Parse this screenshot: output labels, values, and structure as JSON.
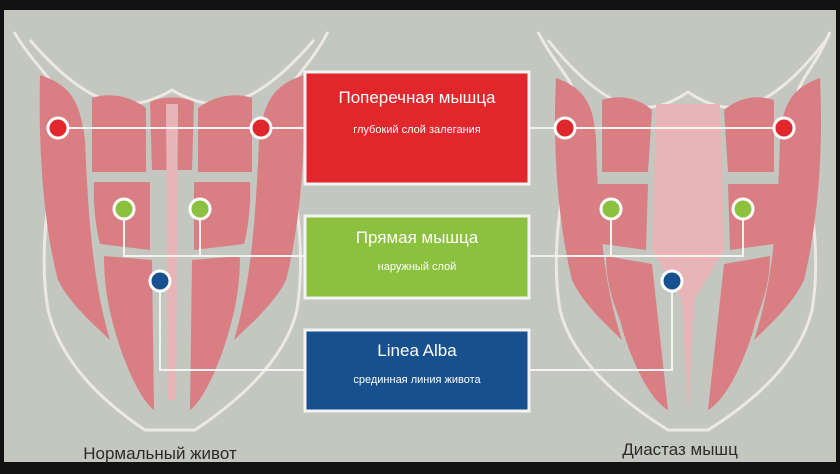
{
  "colors": {
    "background": "#c3c7bf",
    "frame": "#111111",
    "body_outline": "#ece8e2",
    "muscle": "#d97f84",
    "linea_alba": "#e7b5b7",
    "transverse": "#e1262c",
    "rectus": "#8cc13f",
    "linea": "#17508f",
    "line": "#f3f3f3",
    "label_text": "#ffffff",
    "caption_text": "#2b2b2b"
  },
  "legend": [
    {
      "id": "transverse",
      "title": "Поперечная мышца",
      "subtitle": "глубокий слой залегания",
      "color_key": "transverse"
    },
    {
      "id": "rectus",
      "title": "Прямая мышца",
      "subtitle": "наружный слой",
      "color_key": "rectus"
    },
    {
      "id": "linea",
      "title": "Linea Alba",
      "subtitle": "срединная линия живота",
      "color_key": "linea"
    }
  ],
  "figures": {
    "left": {
      "caption": "Нормальный живот",
      "state": "normal"
    },
    "right": {
      "caption": "Диастаз мышц",
      "state": "diastasis"
    }
  }
}
